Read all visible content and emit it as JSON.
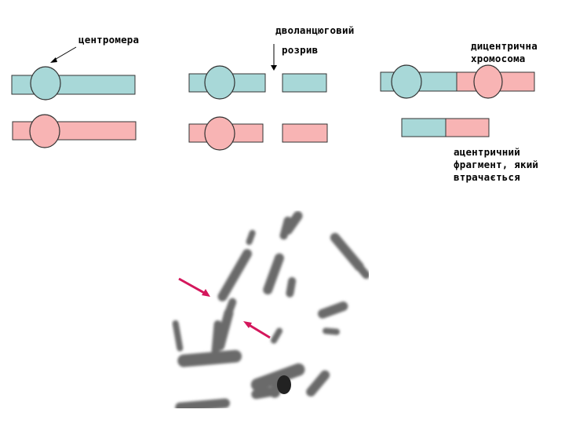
{
  "labels": {
    "centromere": "центромера",
    "double_strand_break_1": "дволанцюговий",
    "double_strand_break_2": "розрив",
    "dicentric_1": "дицентрична",
    "dicentric_2": "хромосома",
    "acentric_1": "ацентричний",
    "acentric_2": "фрагмент, який",
    "acentric_3": "втрачається"
  },
  "colors": {
    "blue_chromosome": "#a8d8d8",
    "pink_chromosome": "#f8b4b4",
    "outline": "#333333",
    "arrow": "#000000",
    "photo_arrow": "#d4175c",
    "chromosome_dark": "#5a5a5a"
  },
  "photo": {
    "description_icon": "metaphase-chromosome-micrograph"
  }
}
